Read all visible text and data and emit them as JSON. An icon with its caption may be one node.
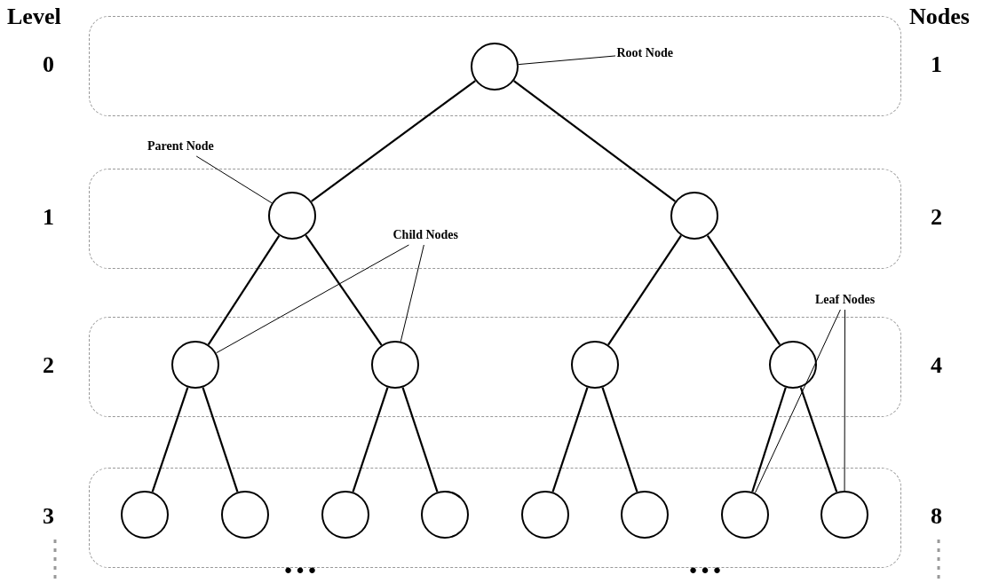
{
  "diagram": {
    "nodes": [
      {
        "text": [],
        "shape": "box",
        "beside": [
          "0",
          "1"
        ]
      },
      {
        "text": [],
        "shape": "circle",
        "in": 0
      },
      {
        "text": [],
        "shape": "box",
        "beside": [
          "1",
          "2"
        ]
      },
      {
        "text": [],
        "shape": "circle",
        "in": 2
      },
      {
        "text": [],
        "shape": "circle",
        "in": 2
      },
      {
        "text": [],
        "shape": "box",
        "beside": [
          "2",
          "4"
        ]
      },
      {
        "text": [],
        "shape": "circle",
        "in": 5
      },
      {
        "text": [],
        "shape": "circle",
        "in": 5
      },
      {
        "text": [],
        "shape": "circle",
        "in": 5
      },
      {
        "text": [],
        "shape": "circle",
        "in": 5
      },
      {
        "text": [],
        "shape": "box",
        "beside": [
          "3",
          "8"
        ]
      },
      {
        "text": [],
        "shape": "circle",
        "in": 10
      },
      {
        "text": [],
        "shape": "circle",
        "in": 10
      },
      {
        "text": [],
        "shape": "circle",
        "in": 10
      },
      {
        "text": [],
        "shape": "circle",
        "in": 10
      },
      {
        "text": [],
        "shape": "circle",
        "in": 10
      },
      {
        "text": [],
        "shape": "circle",
        "in": 10
      },
      {
        "text": [],
        "shape": "circle",
        "in": 10
      },
      {
        "text": [],
        "shape": "circle",
        "in": 10
      },
      {
        "text": [
          "Root Node"
        ],
        "in": 0
      },
      {
        "text": [
          "Parent Node"
        ]
      },
      {
        "text": [
          "Child Nodes"
        ],
        "in": 2
      },
      {
        "text": [
          "Leaf Nodes"
        ]
      }
    ],
    "edges": [
      {
        "from": 1,
        "to": 3,
        "arrow": "none"
      },
      {
        "from": 1,
        "to": 4,
        "arrow": "none"
      },
      {
        "from": 3,
        "to": 6,
        "arrow": "none"
      },
      {
        "from": 3,
        "to": 7,
        "arrow": "none"
      },
      {
        "from": 4,
        "to": 8,
        "arrow": "none"
      },
      {
        "from": 4,
        "to": 9,
        "arrow": "none"
      },
      {
        "from": 6,
        "to": 11,
        "arrow": "none"
      },
      {
        "from": 6,
        "to": 12,
        "arrow": "none"
      },
      {
        "from": 7,
        "to": 13,
        "arrow": "none"
      },
      {
        "from": 7,
        "to": 14,
        "arrow": "none"
      },
      {
        "from": 8,
        "to": 15,
        "arrow": "none"
      },
      {
        "from": 8,
        "to": 16,
        "arrow": "none"
      },
      {
        "from": 9,
        "to": 17,
        "arrow": "none"
      },
      {
        "from": 9,
        "to": 18,
        "arrow": "none"
      },
      {
        "from": 19,
        "to": 1,
        "arrow": "none"
      },
      {
        "from": 20,
        "to": 3,
        "arrow": "none"
      },
      {
        "from": 21,
        "to": 6,
        "arrow": "none"
      },
      {
        "from": 21,
        "to": 7,
        "arrow": "none"
      },
      {
        "from": 22,
        "to": 17,
        "arrow": "none"
      },
      {
        "from": 22,
        "to": 18,
        "arrow": "none"
      }
    ],
    "labels": [
      "Level",
      "Nodes",
      "…",
      "…"
    ]
  }
}
